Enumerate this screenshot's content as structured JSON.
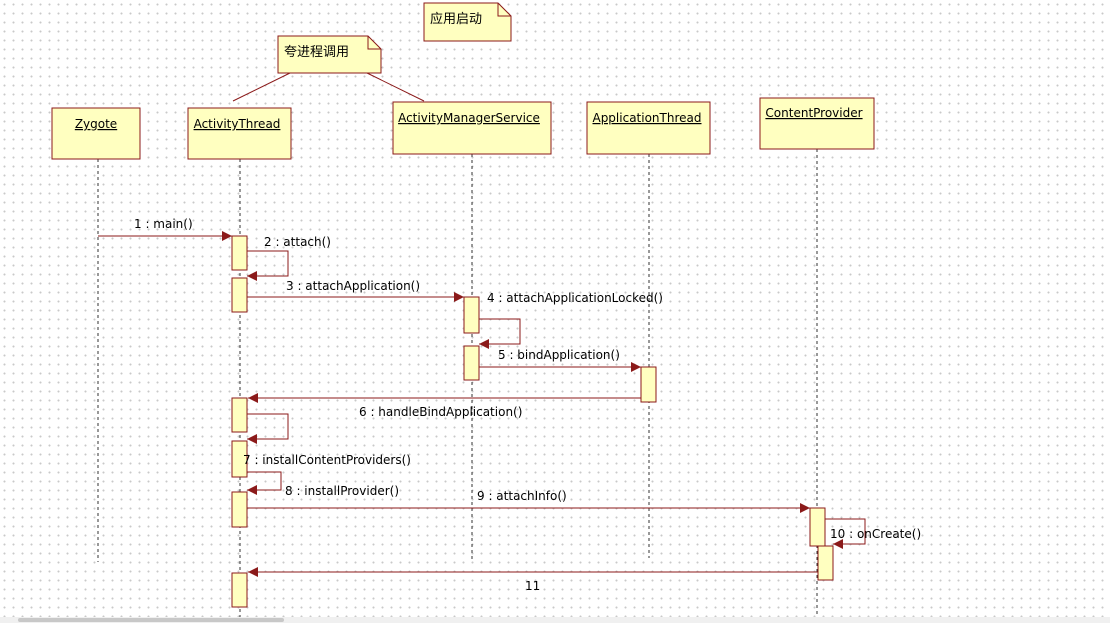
{
  "notes": {
    "app_launch": "应用启动",
    "cross_process": "夸进程调用"
  },
  "participants": {
    "zygote": "Zygote",
    "activity_thread": "ActivityThread",
    "ams": "ActivityManagerService",
    "application_thread": "ApplicationThread",
    "content_provider": "ContentProvider"
  },
  "messages": {
    "m1": "1 : main()",
    "m2": "2 : attach()",
    "m3": "3 : attachApplication()",
    "m4": "4 : attachApplicationLocked()",
    "m5": "5 : bindApplication()",
    "m6": "6 : handleBindApplication()",
    "m7": "7 : installContentProviders()",
    "m8": "8 : installProvider()",
    "m9": "9 : attachInfo()",
    "m10": "10 : onCreate()",
    "m11": "11"
  },
  "colors": {
    "box_fill": "#ffffc0",
    "line": "#8b1a1a"
  }
}
